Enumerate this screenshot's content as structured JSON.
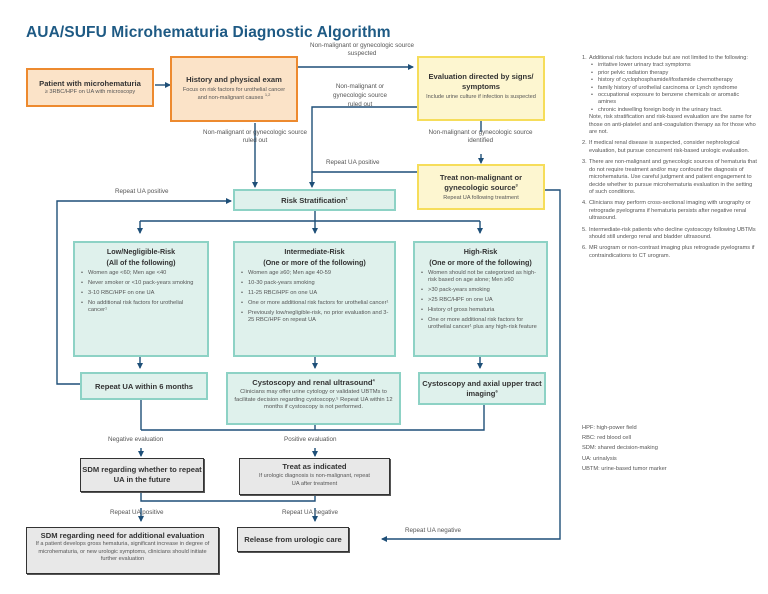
{
  "title": "AUA/SUFU Microhematuria Diagnostic Algorithm",
  "colors": {
    "title": "#1e5a84",
    "connector": "#1e4f78",
    "initial_fill": "#fbe3c8",
    "initial_border": "#ed8a2f",
    "gyn_fill": "#fdf6d0",
    "gyn_border": "#f6dd5a",
    "risk_fill": "#dff1ec",
    "risk_border": "#8dd2c5",
    "outcome_fill": "#e8e8e8",
    "outcome_border": "#333333"
  },
  "nodes": {
    "patient": {
      "title": "Patient with microhematuria",
      "subtitle": "≥ 3RBC/HPF on UA with microscopy"
    },
    "history": {
      "title": "History and physical exam",
      "subtitle": "Focus on risk factors for urothelial cancer and non-malignant causes",
      "sup": "1,2"
    },
    "evaluation": {
      "title": "Evaluation directed by signs/ symptoms",
      "subtitle": "Include urine culture if infection is suspected"
    },
    "treat_nonmalignant": {
      "title": "Treat non-malignant or gynecologic source",
      "sup": "3",
      "subtitle": "Repeat UA following treatment"
    },
    "risk_stratification": {
      "title": "Risk Stratification",
      "sup": "1"
    },
    "low_risk": {
      "title": "Low/Negligible-Risk",
      "subtitle": "(All of the following)",
      "items": [
        "Women age <60; Men age <40",
        "Never smoker or <10 pack-years smoking",
        "3-10 RBC/HPF on one UA",
        "No additional risk factors for urothelial cancer¹"
      ]
    },
    "intermediate_risk": {
      "title": "Intermediate-Risk",
      "subtitle": "(One or more of the following)",
      "items": [
        "Women age ≥60; Men age 40-59",
        "10-30 pack-years smoking",
        "11-25 RBC/HPF on one UA",
        "One or more additional risk factors for urothelial cancer¹",
        "Previously low/negligible-risk, no prior evaluation and 3-25 RBC/HPF on repeat UA"
      ]
    },
    "high_risk": {
      "title": "High-Risk",
      "subtitle": "(One or more of the following)",
      "items": [
        "Women should not be categorized as high-risk based on age alone; Men ≥60",
        ">30 pack-years smoking",
        ">25 RBC/HPF on one UA",
        "History of gross hematuria",
        "One or more additional risk factors for urothelial cancer¹ plus any high-risk feature"
      ]
    },
    "repeat_ua": {
      "title": "Repeat UA within 6 months"
    },
    "cysto_renal": {
      "title": "Cystoscopy and renal ultrasound",
      "sup": "4",
      "subtitle": "Clinicians may offer urine cytology or validated UBTMs to facilitate decision regarding cystoscopy.⁵ Repeat UA within 12 months if cystoscopy is not performed."
    },
    "cysto_axial": {
      "title": "Cystoscopy and axial upper tract imaging",
      "sup": "6"
    },
    "sdm_repeat": {
      "title": "SDM regarding whether to repeat UA in the future"
    },
    "treat_indicated": {
      "title": "Treat as indicated",
      "subtitle": "If urologic diagnosis is non-malignant, repeat UA after treatment"
    },
    "sdm_additional": {
      "title": "SDM regarding need for additional evaluation",
      "subtitle": "If a patient develops gross hematuria, significant increase in degree of microhematuria, or new urologic symptoms, clinicians should initiate further evaluation"
    },
    "release": {
      "title": "Release from urologic care"
    }
  },
  "edge_labels": {
    "suspected": "Non-malignant or gynecologic source suspected",
    "ruled_out_right": "Non-malignant or gynecologic source ruled out",
    "ruled_out_down": "Non-malignant or gynecologic source ruled out",
    "identified": "Non-malignant or gynecologic source identified",
    "repeat_pos_top": "Repeat UA positive",
    "repeat_pos_left": "Repeat UA positive",
    "negative_eval": "Negative evaluation",
    "positive_eval": "Positive evaluation",
    "repeat_pos_bottom": "Repeat UA positive",
    "repeat_neg_bottom": "Repeat UA negative",
    "repeat_neg_right": "Repeat UA negative"
  },
  "notes": [
    {
      "num": "1.",
      "text": "Additional risk factors include but are not limited to the following:",
      "bullets": [
        "irritative lower urinary tract symptoms",
        "prior pelvic radiation therapy",
        "history of cyclophosphamide/ifosfamide chemotherapy",
        "family history of urothelial carcinoma or Lynch syndrome",
        "occupational exposure to benzene chemicals or aromatic amines",
        "chronic indwelling foreign body in the urinary tract."
      ],
      "after": "Note, risk stratification and risk-based evaluation are the same for those on anti-platelet and anti-coagulation therapy as for those who are not."
    },
    {
      "num": "2.",
      "text": "If medical renal disease is suspected, consider nephrological evaluation, but pursue concurrent risk-based urologic evaluation."
    },
    {
      "num": "3.",
      "text": "There are non-malignant and gynecologic sources of hematuria that do not require treatment and/or may confound the diagnosis of microhematuria. Use careful judgment and patient engagement to decide whether to pursue microhematuria evaluation in the setting of such conditions."
    },
    {
      "num": "4.",
      "text": "Clinicians may perform cross-sectional imaging with urography or retrograde pyelograms if hematuria persists after negative renal ultrasound."
    },
    {
      "num": "5.",
      "text": "Intermediate-risk patients who decline cystoscopy following UBTMs should still undergo renal and bladder ultrasound."
    },
    {
      "num": "6.",
      "text": "MR urogram or non-contrast imaging plus retrograde pyelograms if contraindications to CT urogram."
    }
  ],
  "abbreviations": [
    "HPF: high-power field",
    "RBC: red blood cell",
    "SDM: shared decision-making",
    "UA: urinalysis",
    "UBTM: urine-based tumor marker"
  ]
}
